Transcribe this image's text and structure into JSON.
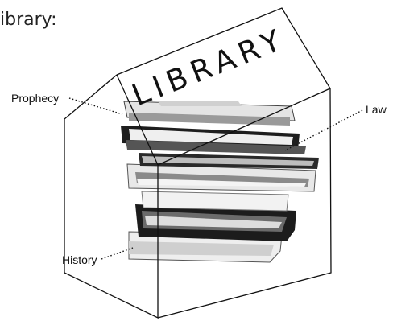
{
  "heading": "ibrary:",
  "house_sign": "LIBRARY",
  "callouts": {
    "prophecy": "Prophecy",
    "law": "Law",
    "history": "History"
  },
  "colors": {
    "line": "#111111",
    "text": "#111111",
    "book_dark": "#1c1c1c",
    "book_mid": "#7a7a7a",
    "page_edge": "#e6e6e6"
  }
}
